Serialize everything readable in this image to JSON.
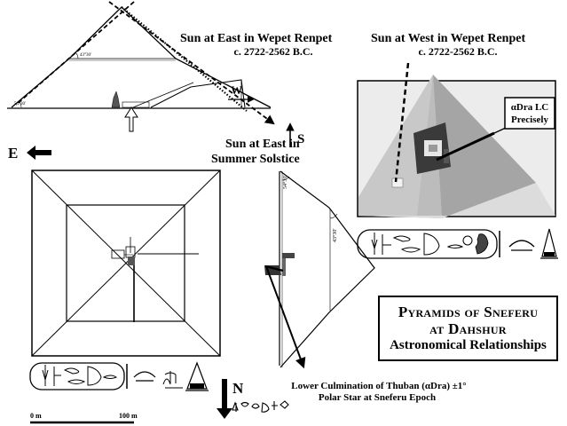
{
  "labels": {
    "sun_east_wepet": "Sun at East in Wepet Renpet",
    "sun_east_wepet_date": "c. 2722-2562 B.C.",
    "sun_west_wepet": "Sun at West in Wepet Renpet",
    "sun_west_wepet_date": "c. 2722-2562 B.C.",
    "sun_east_summer_l1": "Sun at East in",
    "sun_east_summer_l2": "Summer Solstice",
    "alpha_dra_l1": "αDra LC",
    "alpha_dra_l2": "Precisely",
    "thuban_l1": "Lower Culmination  of Thuban  (αDra) ±1°",
    "thuban_l2": "Polar Star at Sneferu  Epoch",
    "dir_w": "W",
    "dir_e": "E",
    "dir_s": "S",
    "dir_n": "N",
    "angle_upper": "43°30'",
    "angle_base": "54°30'",
    "angle_side_1": "54°30'",
    "angle_side_2": "43°30'",
    "scale_start": "0 m",
    "scale_end": "100 m"
  },
  "title": {
    "line1": "Pyramids of Sneferu",
    "line2": "at Dahshur",
    "line3": "Astronomical Relationships"
  },
  "colors": {
    "ink": "#000000",
    "photo_sky": "#ececec",
    "pyramid_light": "#c9c9c9",
    "pyramid_mid": "#a9a9a9",
    "pyramid_dark": "#8b8b8b"
  }
}
